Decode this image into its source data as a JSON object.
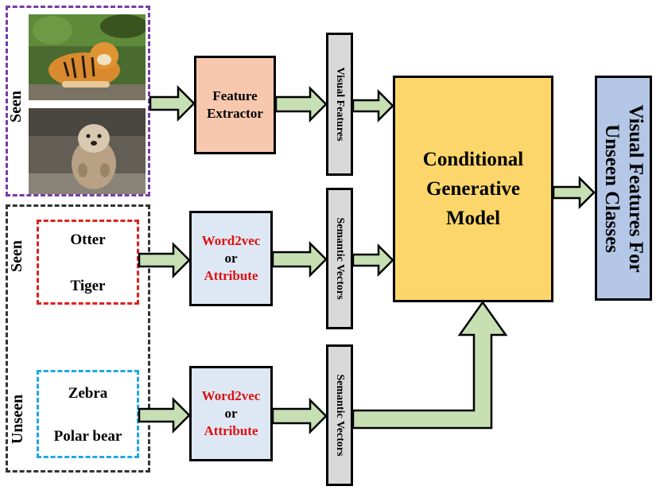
{
  "colors": {
    "arrow_fill": "#c6e0b4",
    "feature_extractor_fill": "#f7c8ae",
    "word2vec_fill": "#dee8f4",
    "vector_fill": "#d9d9d9",
    "generator_fill": "#fcd66a",
    "output_fill": "#b4c7e7",
    "highlight_text": "#e01010",
    "seen_images_border": "#7a3aa8",
    "seen_classes_border": "#e02020",
    "unseen_classes_border": "#1fa8e0"
  },
  "labels": {
    "seen_images": "Seen",
    "seen_classes": "Seen",
    "unseen_classes": "Unseen"
  },
  "images": {
    "tiger": "tiger-photo",
    "otter": "otter-photo"
  },
  "feature_extractor": {
    "line1": "Feature",
    "line2": "Extractor"
  },
  "visual_features": "Visual Features",
  "semantic_vectors_seen": "Semantic Vectors",
  "semantic_vectors_unseen": "Semantic Vectors",
  "seen_class_names": [
    "Otter",
    "Tiger"
  ],
  "unseen_class_names": [
    "Zebra",
    "Polar bear"
  ],
  "embedding_seen": {
    "word2vec": "Word2vec",
    "or": "or",
    "attribute": "Attribute"
  },
  "embedding_unseen": {
    "word2vec": "Word2vec",
    "or": "or",
    "attribute": "Attribute"
  },
  "generator": {
    "line1": "Conditional",
    "line2": "Generative",
    "line3": "Model"
  },
  "output": {
    "line1": "Visual Features For",
    "line2": "Unseen Classes"
  }
}
